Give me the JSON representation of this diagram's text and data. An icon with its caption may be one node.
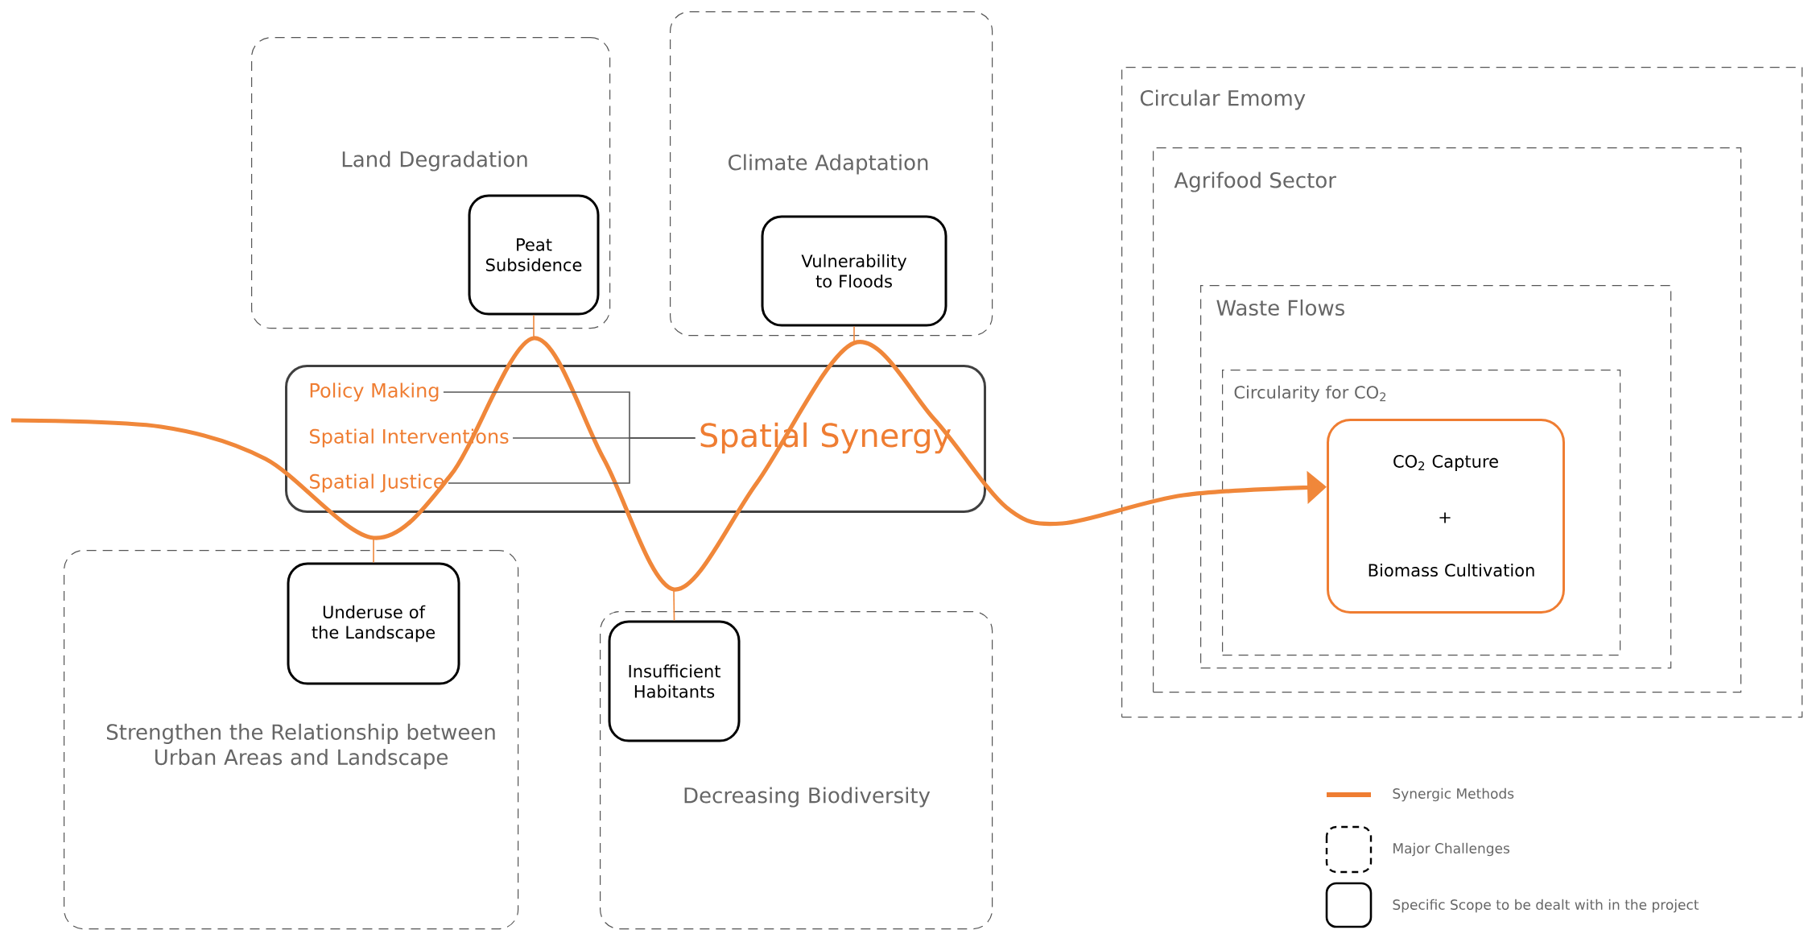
{
  "diagram": {
    "nodes": [
      {
        "text": [
          "Land Degradation"
        ]
      },
      {
        "text": [
          "Peat Subsidence"
        ],
        "in": 0
      },
      {
        "text": [
          "Climate Adaptation"
        ]
      },
      {
        "text": [
          "Vulnerability to Floods"
        ],
        "in": 2
      },
      {
        "text": [],
        "shape": "box"
      },
      {
        "text": [
          "Policy Making"
        ],
        "in": 4
      },
      {
        "text": [
          "Spatial Interventions"
        ],
        "in": 4
      },
      {
        "text": [
          "Spatial Justice"
        ],
        "in": 4
      },
      {
        "text": [
          "Spatial Synergy"
        ],
        "in": 4
      },
      {
        "text": [
          "Strengthen the Relationship between Urban Areas and Landscape"
        ]
      },
      {
        "text": [
          "Underuse of the Landscape"
        ],
        "in": 9
      },
      {
        "text": [
          "Decreasing Biodiversity"
        ]
      },
      {
        "text": [
          "Insufficient Habitants"
        ],
        "in": 11
      },
      {
        "text": [
          "Circular Emomy"
        ]
      },
      {
        "text": [
          "Agrifood Sector"
        ],
        "in": 13
      },
      {
        "text": [
          "Waste Flows"
        ],
        "in": 14
      },
      {
        "text": [
          "Circularity for CO$_{2}$"
        ],
        "in": 15
      },
      {
        "text": [
          "CO$_{2}$ Capture",
          "+",
          "Biomass Cultivation"
        ],
        "in": 16
      }
    ],
    "edges": [
      {
        "from": null,
        "to": 17,
        "arrow": "to",
        "style": "thick",
        "color": "#f0873a"
      },
      {
        "from": 1,
        "to": null,
        "arrow": "none",
        "color": "#f0873a"
      },
      {
        "from": 3,
        "to": null,
        "arrow": "none",
        "color": "#f0873a"
      },
      {
        "from": 10,
        "to": null,
        "arrow": "none",
        "color": "#f0873a"
      },
      {
        "from": 12,
        "to": null,
        "arrow": "none",
        "color": "#f0873a"
      },
      {
        "from": 5,
        "to": 8,
        "arrow": "none",
        "color": "#555555"
      },
      {
        "from": 6,
        "to": 8,
        "arrow": "none",
        "color": "#555555"
      },
      {
        "from": 7,
        "to": 8,
        "arrow": "none",
        "color": "#555555"
      }
    ],
    "legend": [
      {
        "text": "Synergic Methods"
      },
      {
        "text": "Major Challenges"
      },
      {
        "text": "Specific Scope to be dealt with in the project"
      }
    ]
  }
}
